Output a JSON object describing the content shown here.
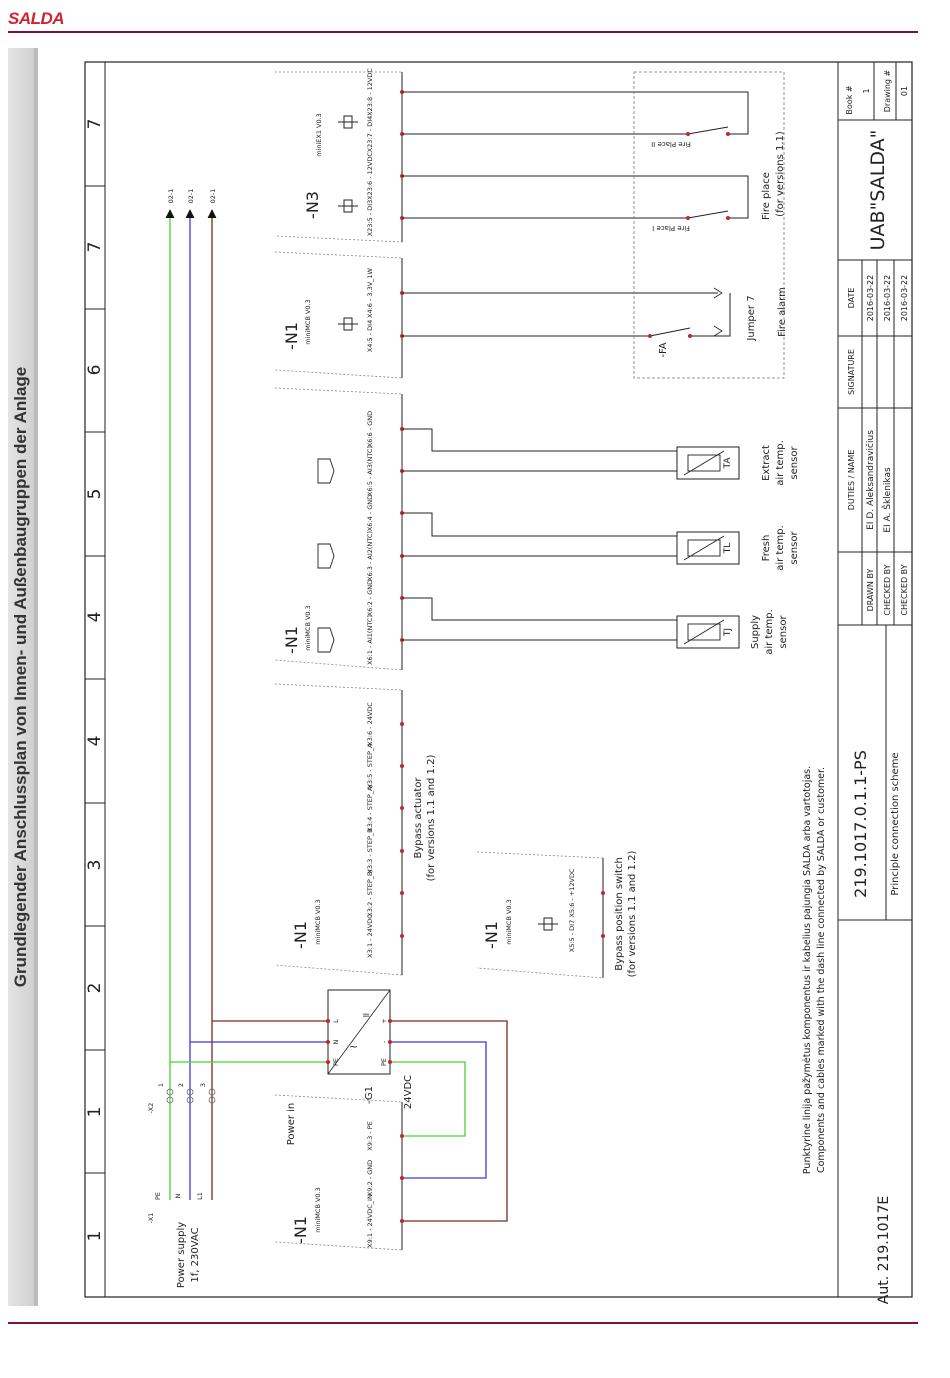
{
  "header": {
    "logo_text": "SALDA"
  },
  "side_title": "Grundlegender Anschlussplan von Innen- und Außenbaugruppen der Anlage",
  "colors": {
    "brand": "#d02432",
    "rule": "#7d1530",
    "pe_wire": "#4cd137",
    "n_wire": "#3b3bd6",
    "l_wire": "#7b2a1c",
    "terminal": "#c0282a"
  },
  "sheet": {
    "zone_numbers": [
      "1",
      "1",
      "2",
      "3",
      "4",
      "4",
      "5",
      "6",
      "7",
      "7"
    ],
    "power_supply": {
      "label1": "Power supply",
      "label2": "1f, 230VAC",
      "x1": "-X1",
      "x2": "-X2",
      "pins_x1": [
        "PE",
        "N",
        "L1"
      ],
      "pins_x2": [
        "1",
        "2",
        "3"
      ],
      "ref": "02-1"
    },
    "psu": {
      "name": "-G1",
      "voltage": "24VDC",
      "pin_l": "L",
      "pin_n": "N",
      "pin_pe": "PE",
      "pin_plus": "+",
      "pin_minus": "-",
      "pin_pe2": "PE"
    },
    "block_power": {
      "name": "-N1",
      "model": "miniMCB V0.3",
      "title": "Power in",
      "terminals": [
        "X9:1 - 24VDC_IN",
        "X9:2 - GND",
        "X9:3 - PE"
      ]
    },
    "block_bypass": {
      "name": "-N1",
      "model": "miniMCB V0.3",
      "title1": "Bypass actuator",
      "title2": "(for versions 1.1 and 1.2)",
      "terminals": [
        "X3:1 - 24VDC",
        "X3:2 - STEP_B/",
        "X3:3 - STEP_B",
        "X3:4 - STEP_A/",
        "X3:5 - STEP_A",
        "X3:6 - 24VDC"
      ]
    },
    "block_switch": {
      "name": "-N1",
      "model": "miniMCB V0.3",
      "title1": "Bypass position switch",
      "title2": "(for versions 1.1 and 1.2)",
      "terminals": [
        "X5:5 - DI7",
        "X5:6 - +12VDC"
      ]
    },
    "block_sensors": {
      "name": "-N1",
      "model": "miniMCB V0.3",
      "terminals": [
        "X6:1 - AI1(NTC)",
        "X6:2 - GND",
        "X6:3 - AI2(NTC)",
        "X6:4 - GND",
        "X6:5 - AI3(NTC)",
        "X6:6 - GND"
      ]
    },
    "sensors": [
      {
        "tag": "TJ",
        "label1": "Supply",
        "label2": "air temp.",
        "label3": "sensor"
      },
      {
        "tag": "TL",
        "label1": "Fresh",
        "label2": "air temp.",
        "label3": "sensor"
      },
      {
        "tag": "TA",
        "label1": "Extract",
        "label2": "air temp.",
        "label3": "sensor"
      }
    ],
    "block_alarm": {
      "name": "-N1",
      "model": "miniMCB V0.3",
      "terminals": [
        "X4:5 - DI4",
        "X4:6 - 3.3V_1W"
      ],
      "device": "-FA",
      "jumper": "Jumper 7",
      "label": "Fire alarm"
    },
    "block_fire": {
      "name": "-N3",
      "model": "miniEX1 V0.3",
      "terminals": [
        "X23:5 - DI3",
        "X23:6 - 12VDC",
        "X23:7 - DI4",
        "X23:8 - 12VDC"
      ],
      "contact1": "Fire Place I",
      "contact2": "Fire Place II",
      "label1": "Fire place",
      "label2": "(for versions 1.1)"
    },
    "note_lt": "Punktyrine linija pažymėtus komponentus ir kabelius pajungia SALDA arba vartotojas.",
    "note_en": "Components and cables marked with the dash line connected by SALDA or customer.",
    "titleblock": {
      "aut": "Aut. 219.1017E",
      "number": "219.1017.0.1.1-PS",
      "desc": "Principle connection scheme",
      "h_duties": "DUTIES / NAME",
      "h_signature": "SIGNATURE",
      "h_date": "DATE",
      "r1_label": "DRAWN BY",
      "r1_name": "EI D. Aleksandravičius",
      "r1_date": "2016-03-22",
      "r2_label": "CHECKED BY",
      "r2_name": "EI A. Šklenikas",
      "r2_date": "2016-03-22",
      "r3_label": "CHECKED BY",
      "r3_date": "2016-03-22",
      "company": "UAB\"SALDA\"",
      "book_label": "Book #",
      "book_value": "1",
      "drawing_label": "Drawing #",
      "drawing_value": "01"
    }
  }
}
